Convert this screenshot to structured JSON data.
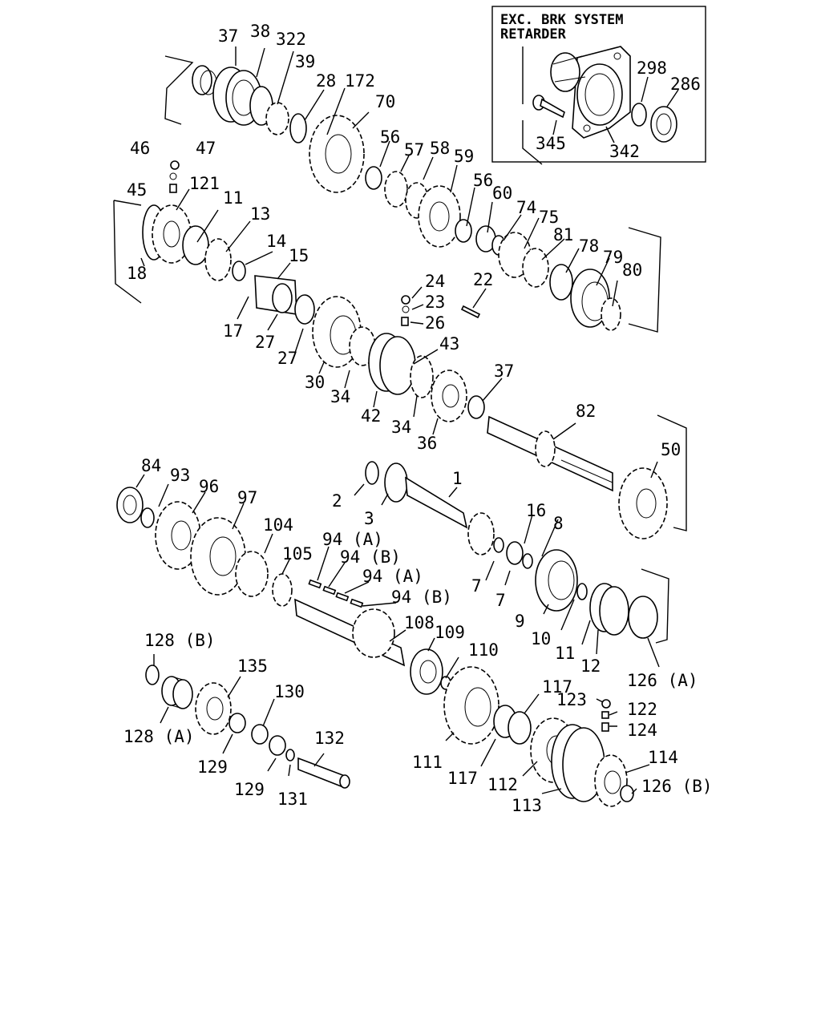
{
  "inset": {
    "title_line1": "EXC. BRK SYSTEM",
    "title_line2": "RETARDER",
    "labels": [
      "298",
      "286",
      "345",
      "342"
    ]
  },
  "labels": {
    "l37a": "37",
    "l38": "38",
    "l322": "322",
    "l39": "39",
    "l28": "28",
    "l172": "172",
    "l70": "70",
    "l46": "46",
    "l47": "47",
    "l45": "45",
    "l121": "121",
    "l11a": "11",
    "l13": "13",
    "l18": "18",
    "l14": "14",
    "l15": "15",
    "l17": "17",
    "l27a": "27",
    "l27b": "27",
    "l56a": "56",
    "l57": "57",
    "l58": "58",
    "l59": "59",
    "l56b": "56",
    "l60": "60",
    "l74": "74",
    "l75": "75",
    "l81": "81",
    "l78": "78",
    "l79": "79",
    "l80": "80",
    "l24": "24",
    "l23": "23",
    "l26": "26",
    "l22": "22",
    "l43": "43",
    "l30": "30",
    "l34a": "34",
    "l42": "42",
    "l34b": "34",
    "l36": "36",
    "l37b": "37",
    "l82": "82",
    "l50": "50",
    "l84": "84",
    "l93": "93",
    "l96": "96",
    "l97": "97",
    "l104": "104",
    "l105": "105",
    "l94a1": "94 (A)",
    "l94b1": "94 (B)",
    "l94a2": "94 (A)",
    "l94b2": "94 (B)",
    "l2": "2",
    "l1": "1",
    "l3": "3",
    "l16": "16",
    "l8": "8",
    "l7a": "7",
    "l7b": "7",
    "l9": "9",
    "l10": "10",
    "l11b": "11",
    "l12": "12",
    "l126a": "126 (A)",
    "l108": "108",
    "l109": "109",
    "l110": "110",
    "l117a": "117",
    "l128b": "128 (B)",
    "l135": "135",
    "l128a": "128 (A)",
    "l130": "130",
    "l129a": "129",
    "l129b": "129",
    "l131": "131",
    "l132": "132",
    "l123": "123",
    "l122": "122",
    "l124": "124",
    "l111": "111",
    "l117b": "117",
    "l112": "112",
    "l113": "113",
    "l114": "114",
    "l126b": "126 (B)"
  }
}
